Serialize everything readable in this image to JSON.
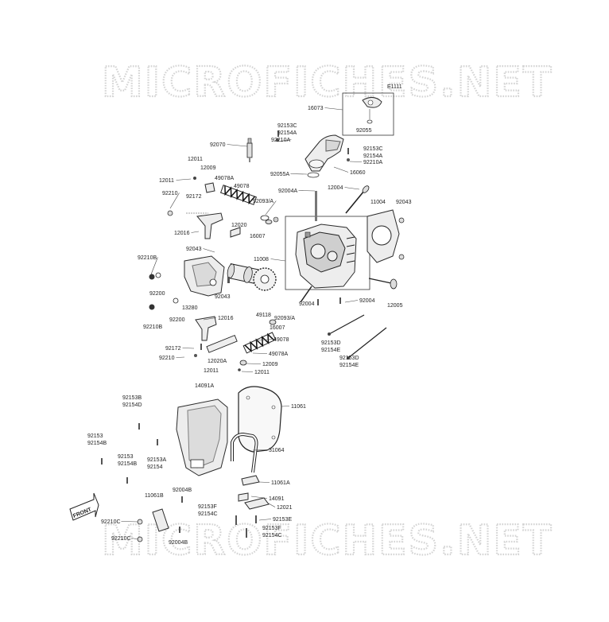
{
  "watermark": {
    "top": "MICROFICHES.NET",
    "bottom": "MICROFICHES.NET"
  },
  "diagram_code": "E1111",
  "front_arrow": "FRONT",
  "part_labels": [
    "16073",
    "92055",
    "92153C",
    "92154A",
    "92210A",
    "92070",
    "92153C",
    "92154A",
    "92210A",
    "92055A",
    "16060",
    "12011",
    "12009",
    "12011",
    "49078A",
    "49078",
    "92093/A",
    "92004A",
    "12004",
    "11004",
    "92043",
    "92210",
    "92172",
    "12016",
    "12020",
    "16007",
    "11008",
    "92043",
    "92210B",
    "92200",
    "13280",
    "92043",
    "49118",
    "92004",
    "92004",
    "12005",
    "92210B",
    "92200",
    "12016",
    "92093/A",
    "16007",
    "92172",
    "92210",
    "12020A",
    "49078",
    "49078A",
    "12009",
    "12011",
    "12011",
    "92153D",
    "92154E",
    "92153D",
    "92154E",
    "14091A",
    "11061",
    "92153B",
    "92154D",
    "92153",
    "92154B",
    "92153",
    "92154B",
    "92153A",
    "92154",
    "31064",
    "11061A",
    "11061B",
    "92004B",
    "14091",
    "92153F",
    "92154C",
    "12021",
    "92210C",
    "92210C",
    "92004B",
    "92153E",
    "92153F",
    "92154C"
  ]
}
